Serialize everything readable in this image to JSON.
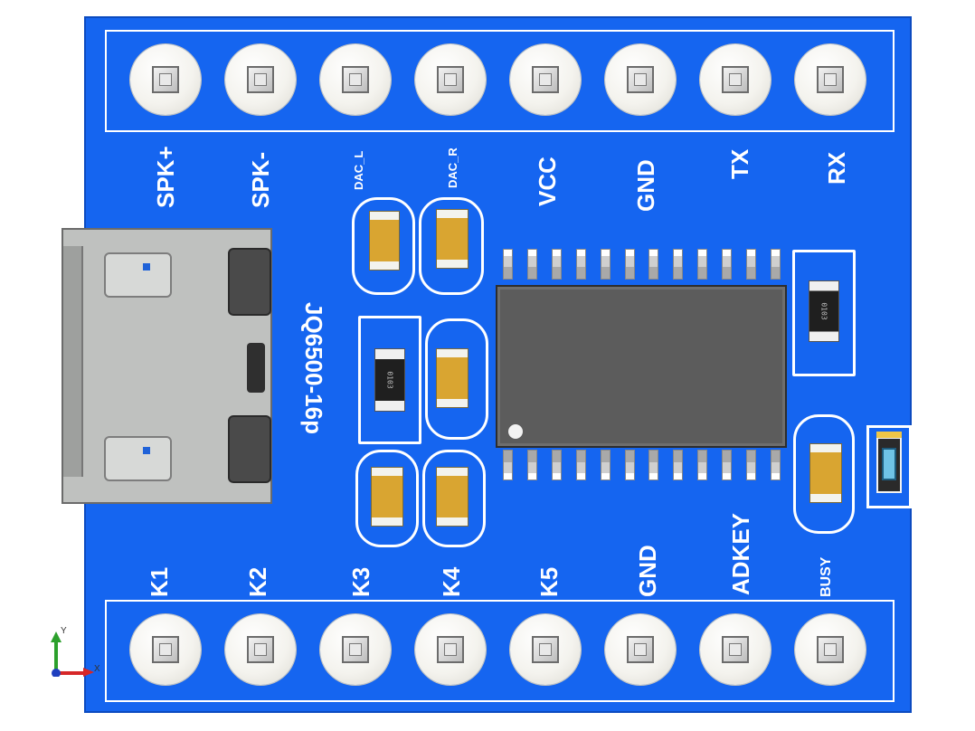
{
  "board": {
    "top_pins": [
      "SPK+",
      "SPK-",
      "DAC_L",
      "DAC_R",
      "VCC",
      "GND",
      "TX",
      "RX"
    ],
    "bottom_pins": [
      "K1",
      "K2",
      "K3",
      "K4",
      "K5",
      "GND",
      "ADKEY",
      "BUSY"
    ],
    "chip_label": "JQ6500-16p",
    "resistor_marking": "0103"
  },
  "axis": {
    "y_label": "Y",
    "x_label": "X"
  },
  "colors": {
    "pcb": "#1565f0",
    "silkscreen": "#ffffff",
    "ic_body": "#5c5c5c",
    "cap": "#d9a531"
  },
  "icons": [
    "usb-connector-icon",
    "ic-chip-icon",
    "led-icon"
  ]
}
